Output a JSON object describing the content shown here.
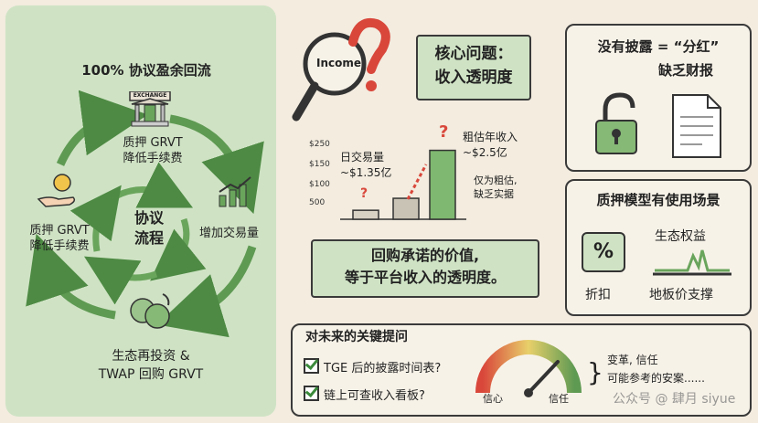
{
  "cycle": {
    "title": "100% 协议盈余回流",
    "exchange_sign": "EXCHANGE",
    "center_label_1": "协议",
    "center_label_2": "流程",
    "step_top_1": "质押 GRVT",
    "step_top_2": "降低手续费",
    "step_right": "增加交易量",
    "step_left_1": "质押 GRVT",
    "step_left_2": "降低手续费",
    "step_bottom_1": "生态再投资 &",
    "step_bottom_2": "TWAP 回购 GRVT"
  },
  "core": {
    "income_label": "Income",
    "title_1": "核心问题：",
    "title_2": "收入透明度"
  },
  "chart_data": {
    "type": "bar",
    "categories": [
      "日交易量",
      "",
      "粗估年收入"
    ],
    "values": [
      30,
      70,
      230
    ],
    "ylim": [
      0,
      250
    ],
    "yticks": [
      "$250",
      "$150",
      "$100",
      "500"
    ],
    "annotations": {
      "daily_volume_label": "日交易量",
      "daily_volume_value": "~$1.35亿",
      "annual_revenue_label": "粗估年收入",
      "annual_revenue_value": "~$2.5亿",
      "caveat_1": "仅为粗估,",
      "caveat_2": "缺乏实据"
    }
  },
  "disclosure": {
    "title_1": "没有披露 = “分红”",
    "title_2": "缺乏财报"
  },
  "buyback": {
    "line_1": "回购承诺的价值,",
    "line_2": "等于平台收入的透明度。"
  },
  "staking": {
    "title": "质押模型有使用场景",
    "ecosystem": "生态权益",
    "discount": "折扣",
    "floor": "地板价支撑",
    "percent_symbol": "%"
  },
  "questions": {
    "title": "对未来的关键提问",
    "item_1": "TGE 后的披露时间表?",
    "item_2": "链上可查收入看板?",
    "gauge_left": "信心",
    "gauge_right": "信任",
    "side_1": "变革, 信任",
    "side_2": "可能参考的安案......",
    "watermark": "公众号 @ 肆月 siyue"
  },
  "colors": {
    "green_panel": "#cfe3c4",
    "arrow_green": "#5f9a53",
    "bar_green": "#7fb870",
    "accent_red": "#d9473b"
  }
}
